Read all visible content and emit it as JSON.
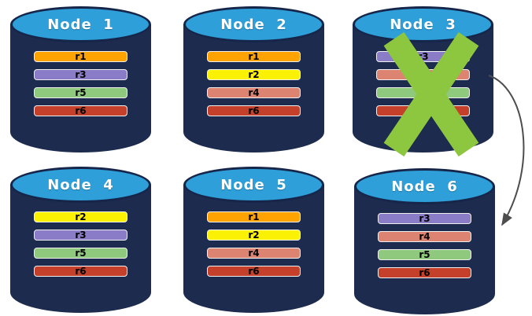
{
  "diagram": {
    "nodes": [
      {
        "title": "Node  1",
        "failed": false,
        "replicas": [
          {
            "label": "r1",
            "color": "#FFA303"
          },
          {
            "label": "r3",
            "color": "#8B7CC8"
          },
          {
            "label": "r5",
            "color": "#8FC97E"
          },
          {
            "label": "r6",
            "color": "#C5402A"
          }
        ]
      },
      {
        "title": "Node  2",
        "failed": false,
        "replicas": [
          {
            "label": "r1",
            "color": "#FFA303"
          },
          {
            "label": "r2",
            "color": "#FBF104"
          },
          {
            "label": "r4",
            "color": "#DD8372"
          },
          {
            "label": "r6",
            "color": "#C5402A"
          }
        ]
      },
      {
        "title": "Node  3",
        "failed": true,
        "replicas": [
          {
            "label": "r3",
            "color": "#8B7CC8"
          },
          {
            "label": "r4",
            "color": "#DD8372"
          },
          {
            "label": "r5",
            "color": "#8FC97E"
          },
          {
            "label": "r6",
            "color": "#C5402A"
          }
        ]
      },
      {
        "title": "Node  4",
        "failed": false,
        "replicas": [
          {
            "label": "r2",
            "color": "#FBF104"
          },
          {
            "label": "r3",
            "color": "#8B7CC8"
          },
          {
            "label": "r5",
            "color": "#8FC97E"
          },
          {
            "label": "r6",
            "color": "#C5402A"
          }
        ]
      },
      {
        "title": "Node  5",
        "failed": false,
        "replicas": [
          {
            "label": "r1",
            "color": "#FFA303"
          },
          {
            "label": "r2",
            "color": "#FBF104"
          },
          {
            "label": "r4",
            "color": "#DD8372"
          },
          {
            "label": "r6",
            "color": "#C5402A"
          }
        ]
      },
      {
        "title": "Node  6",
        "failed": false,
        "replicas": [
          {
            "label": "r3",
            "color": "#8B7CC8"
          },
          {
            "label": "r4",
            "color": "#DD8372"
          },
          {
            "label": "r5",
            "color": "#8FC97E"
          },
          {
            "label": "r6",
            "color": "#C5402A"
          }
        ]
      }
    ],
    "failure_x": {
      "node": "Node 3"
    },
    "arrow": {
      "from": "Node 3",
      "to": "Node 6"
    },
    "colors": {
      "page_background": "#FFFFFF",
      "cylinder_body": "#1C2B4E",
      "cylinder_top": "#2E9FD8",
      "cylinder_outline": "#16264A",
      "x_color": "#8DC63F",
      "arrow_color": "#4D4D4D"
    }
  }
}
